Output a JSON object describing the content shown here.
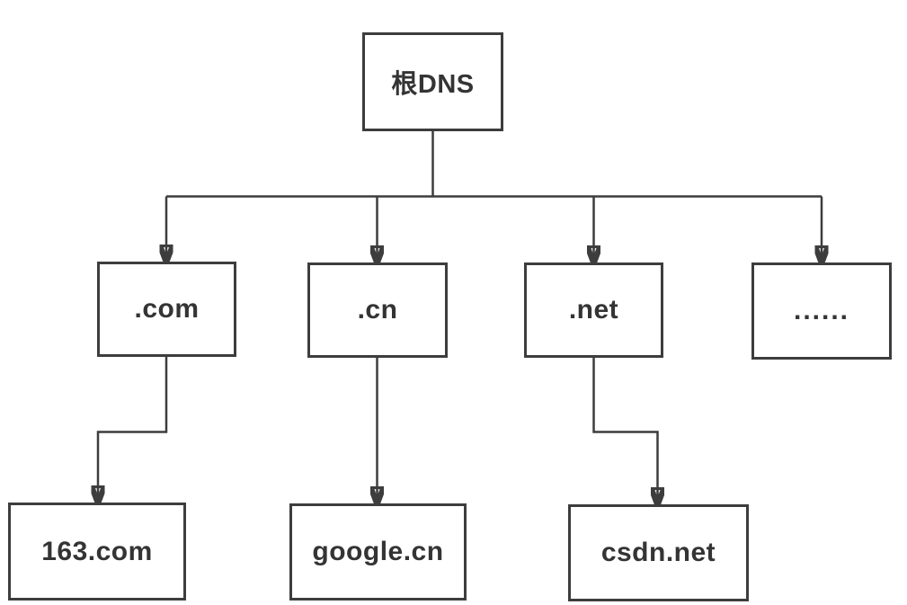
{
  "diagram": {
    "type": "tree",
    "nodes": {
      "root": {
        "label": "根DNS"
      },
      "com": {
        "label": ".com"
      },
      "cn": {
        "label": ".cn"
      },
      "net": {
        "label": ".net"
      },
      "more": {
        "label": "......"
      },
      "site163": {
        "label": "163.com"
      },
      "google": {
        "label": "google.cn"
      },
      "csdn": {
        "label": "csdn.net"
      }
    },
    "edges": [
      {
        "from": "root",
        "to": "com",
        "arrow": "down"
      },
      {
        "from": "root",
        "to": "cn",
        "arrow": "down"
      },
      {
        "from": "root",
        "to": "net",
        "arrow": "down"
      },
      {
        "from": "root",
        "to": "more",
        "arrow": "down"
      },
      {
        "from": "com",
        "to": "site163",
        "arrow": "down"
      },
      {
        "from": "cn",
        "to": "google",
        "arrow": "down"
      },
      {
        "from": "net",
        "to": "csdn",
        "arrow": "down"
      }
    ],
    "colors": {
      "line": "#3d3d3d",
      "box_border": "#3d3d3d",
      "text": "#343434",
      "background": "#ffffff"
    }
  }
}
